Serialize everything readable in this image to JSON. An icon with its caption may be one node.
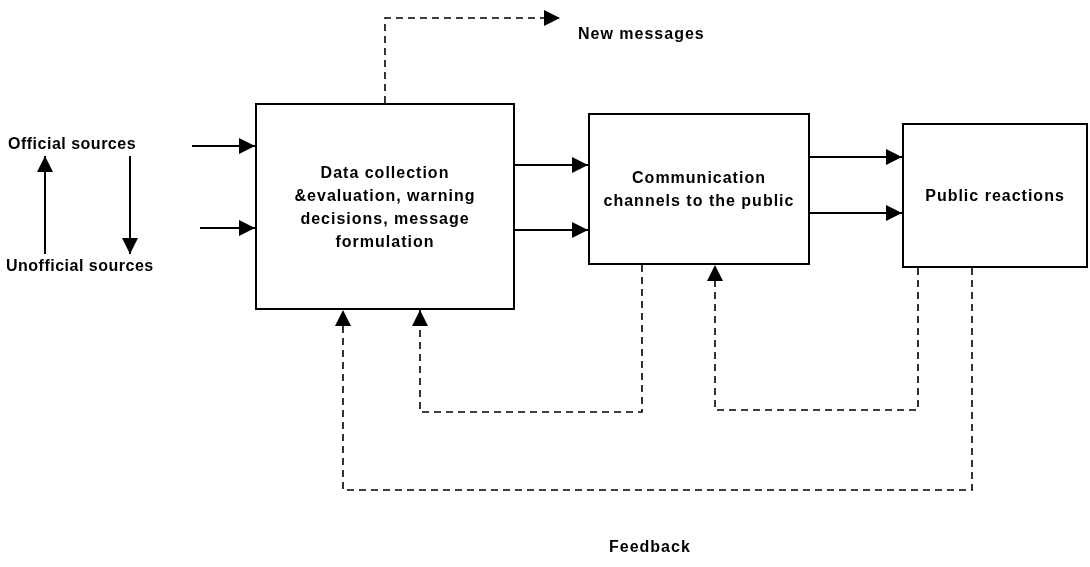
{
  "diagram": {
    "nodes": [
      {
        "text": [
          "Official sources"
        ]
      },
      {
        "text": [
          "Unofficial sources"
        ]
      },
      {
        "text": [
          "Data collection &evaluation, warning decisions, message formulation"
        ]
      },
      {
        "text": [
          "Communication channels to the public"
        ]
      },
      {
        "text": [
          "Public reactions"
        ]
      },
      {
        "text": [
          "New messages"
        ]
      }
    ],
    "edges": [
      {
        "from": 0,
        "to": 2,
        "arrow": "to"
      },
      {
        "from": null,
        "to": 2,
        "arrow": "to"
      },
      {
        "from": 1,
        "to": 0,
        "arrow": "to"
      },
      {
        "from": 0,
        "to": 1,
        "arrow": "to"
      },
      {
        "from": 2,
        "to": 3,
        "arrow": "to"
      },
      {
        "from": 2,
        "to": 3,
        "arrow": "to"
      },
      {
        "from": 3,
        "to": 4,
        "arrow": "to"
      },
      {
        "from": 3,
        "to": 4,
        "arrow": "to"
      },
      {
        "from": 2,
        "to": 5,
        "arrow": "to",
        "style": "dashed"
      },
      {
        "from": 3,
        "to": 2,
        "arrow": "to",
        "style": "dashed"
      },
      {
        "from": 4,
        "to": 3,
        "arrow": "to",
        "style": "dashed"
      },
      {
        "from": 4,
        "to": 2,
        "arrow": "to",
        "style": "dashed",
        "label": "Feedback"
      }
    ]
  }
}
